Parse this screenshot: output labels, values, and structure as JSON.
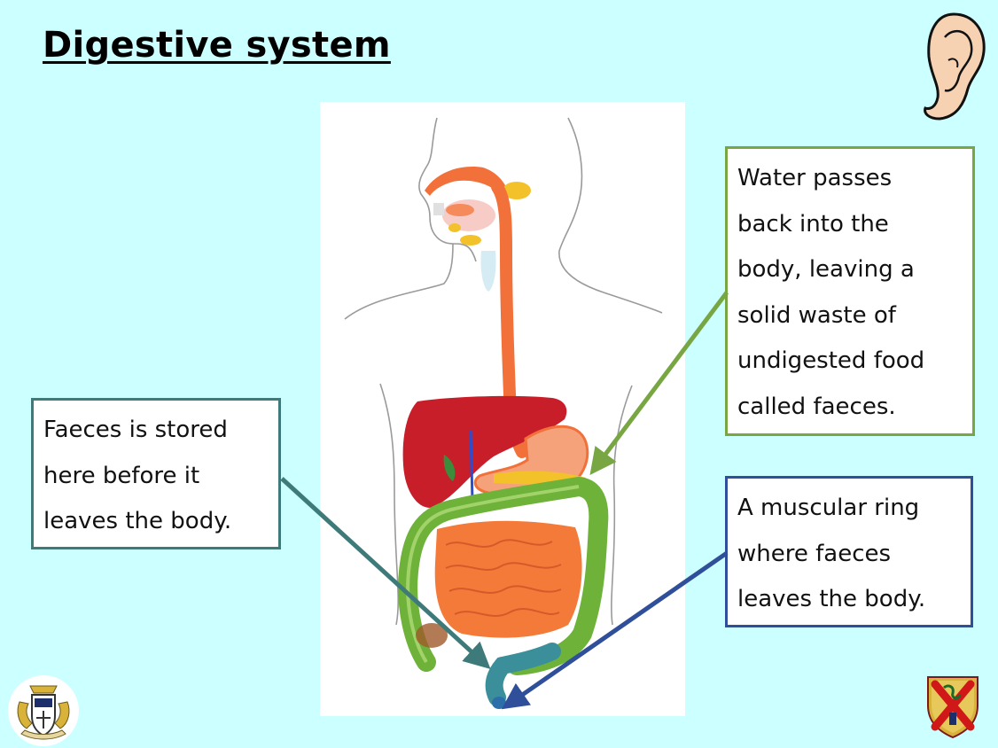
{
  "slide": {
    "title": "Digestive system"
  },
  "callouts": {
    "water": {
      "lines": [
        "Water passes",
        "back into the",
        "body, leaving a",
        "solid waste of",
        "undigested food",
        "called faeces."
      ],
      "border_color": "#77a642"
    },
    "rectum": {
      "lines": [
        "Faeces is stored",
        "here before it",
        "leaves the body."
      ],
      "border_color": "#3f7a7a"
    },
    "anus": {
      "lines": [
        "A muscular ring",
        "where faeces",
        "leaves the body."
      ],
      "border_color": "#2f4f9a"
    }
  },
  "icons": {
    "corner_top_right": "ear-icon",
    "corner_bottom_left": "school-crest-icon",
    "corner_bottom_right": "shield-crest-icon"
  },
  "colors": {
    "background": "#ccffff",
    "oesophagus": "#f2703a",
    "liver": "#c81e2a",
    "large_intestine": "#6eb23a",
    "small_intestine": "#f47a3a",
    "rectum": "#3b8f9a"
  }
}
